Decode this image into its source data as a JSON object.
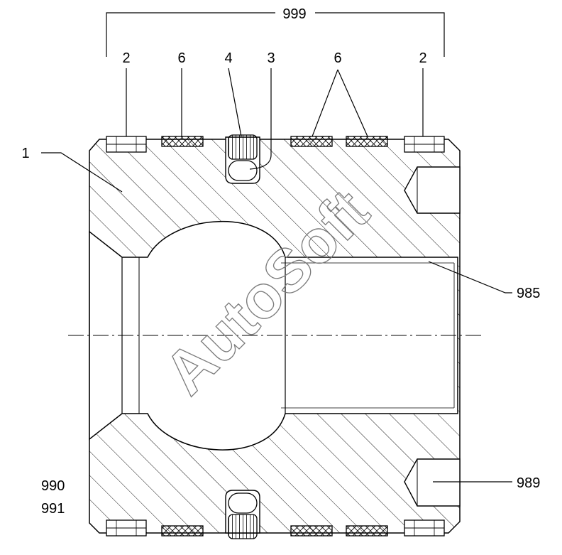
{
  "labels": {
    "top_dimension": "999",
    "ring_left": "2",
    "seal_left": "6",
    "ring_mid": "4",
    "ball_mid": "3",
    "seal_right": "6",
    "ring_right": "2",
    "body": "1",
    "bore": "985",
    "hole": "989",
    "ref_a": "990",
    "ref_b": "991"
  },
  "watermark": "AutoSoft",
  "colors": {
    "line": "#000000",
    "watermark": "#7a7a7a",
    "background": "#ffffff"
  }
}
